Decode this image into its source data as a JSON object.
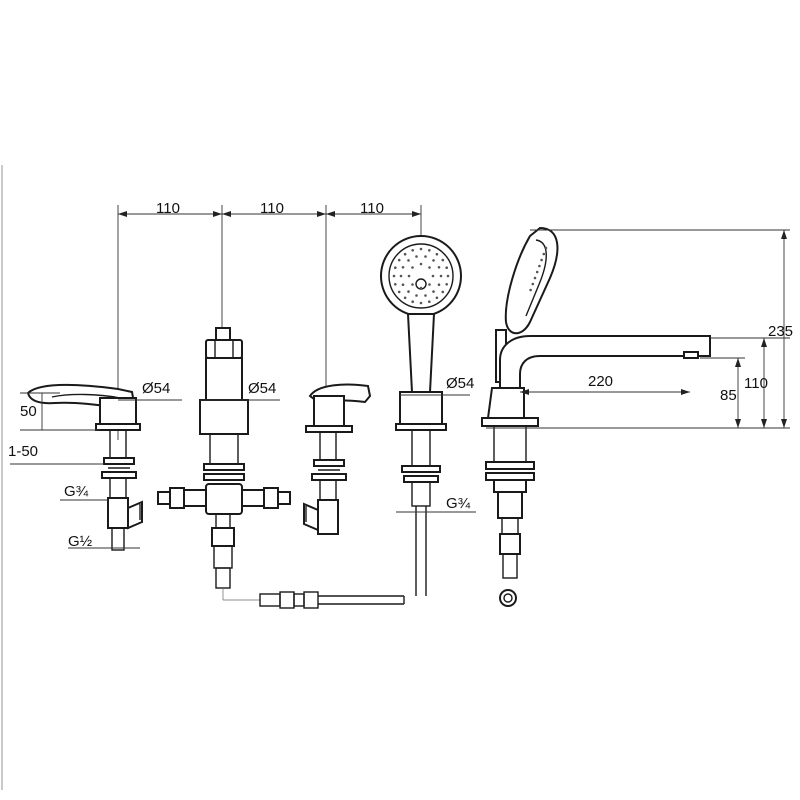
{
  "dimensions": {
    "spacing_1": "110",
    "spacing_2": "110",
    "spacing_3": "110",
    "diam_1": "Ø54",
    "diam_2": "Ø54",
    "diam_3": "Ø54",
    "height_lever": "50",
    "deck_range": "1-50",
    "thread_g34_left": "G¾",
    "thread_g12": "G½",
    "thread_g34_right": "G¾",
    "spout_reach": "220",
    "spout_height_85": "85",
    "spout_height_110": "110",
    "total_height": "235"
  },
  "colors": {
    "line": "#1a1a1a",
    "background": "#ffffff"
  }
}
